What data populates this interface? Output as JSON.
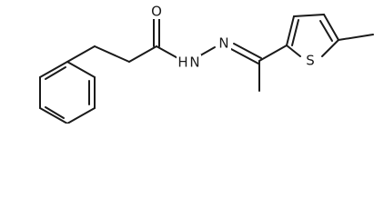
{
  "structure": {
    "atom_labels": {
      "oxygen": "O",
      "amide_nh": "H",
      "amide_n": "N",
      "imine_n": "N",
      "sulfur": "S"
    }
  }
}
